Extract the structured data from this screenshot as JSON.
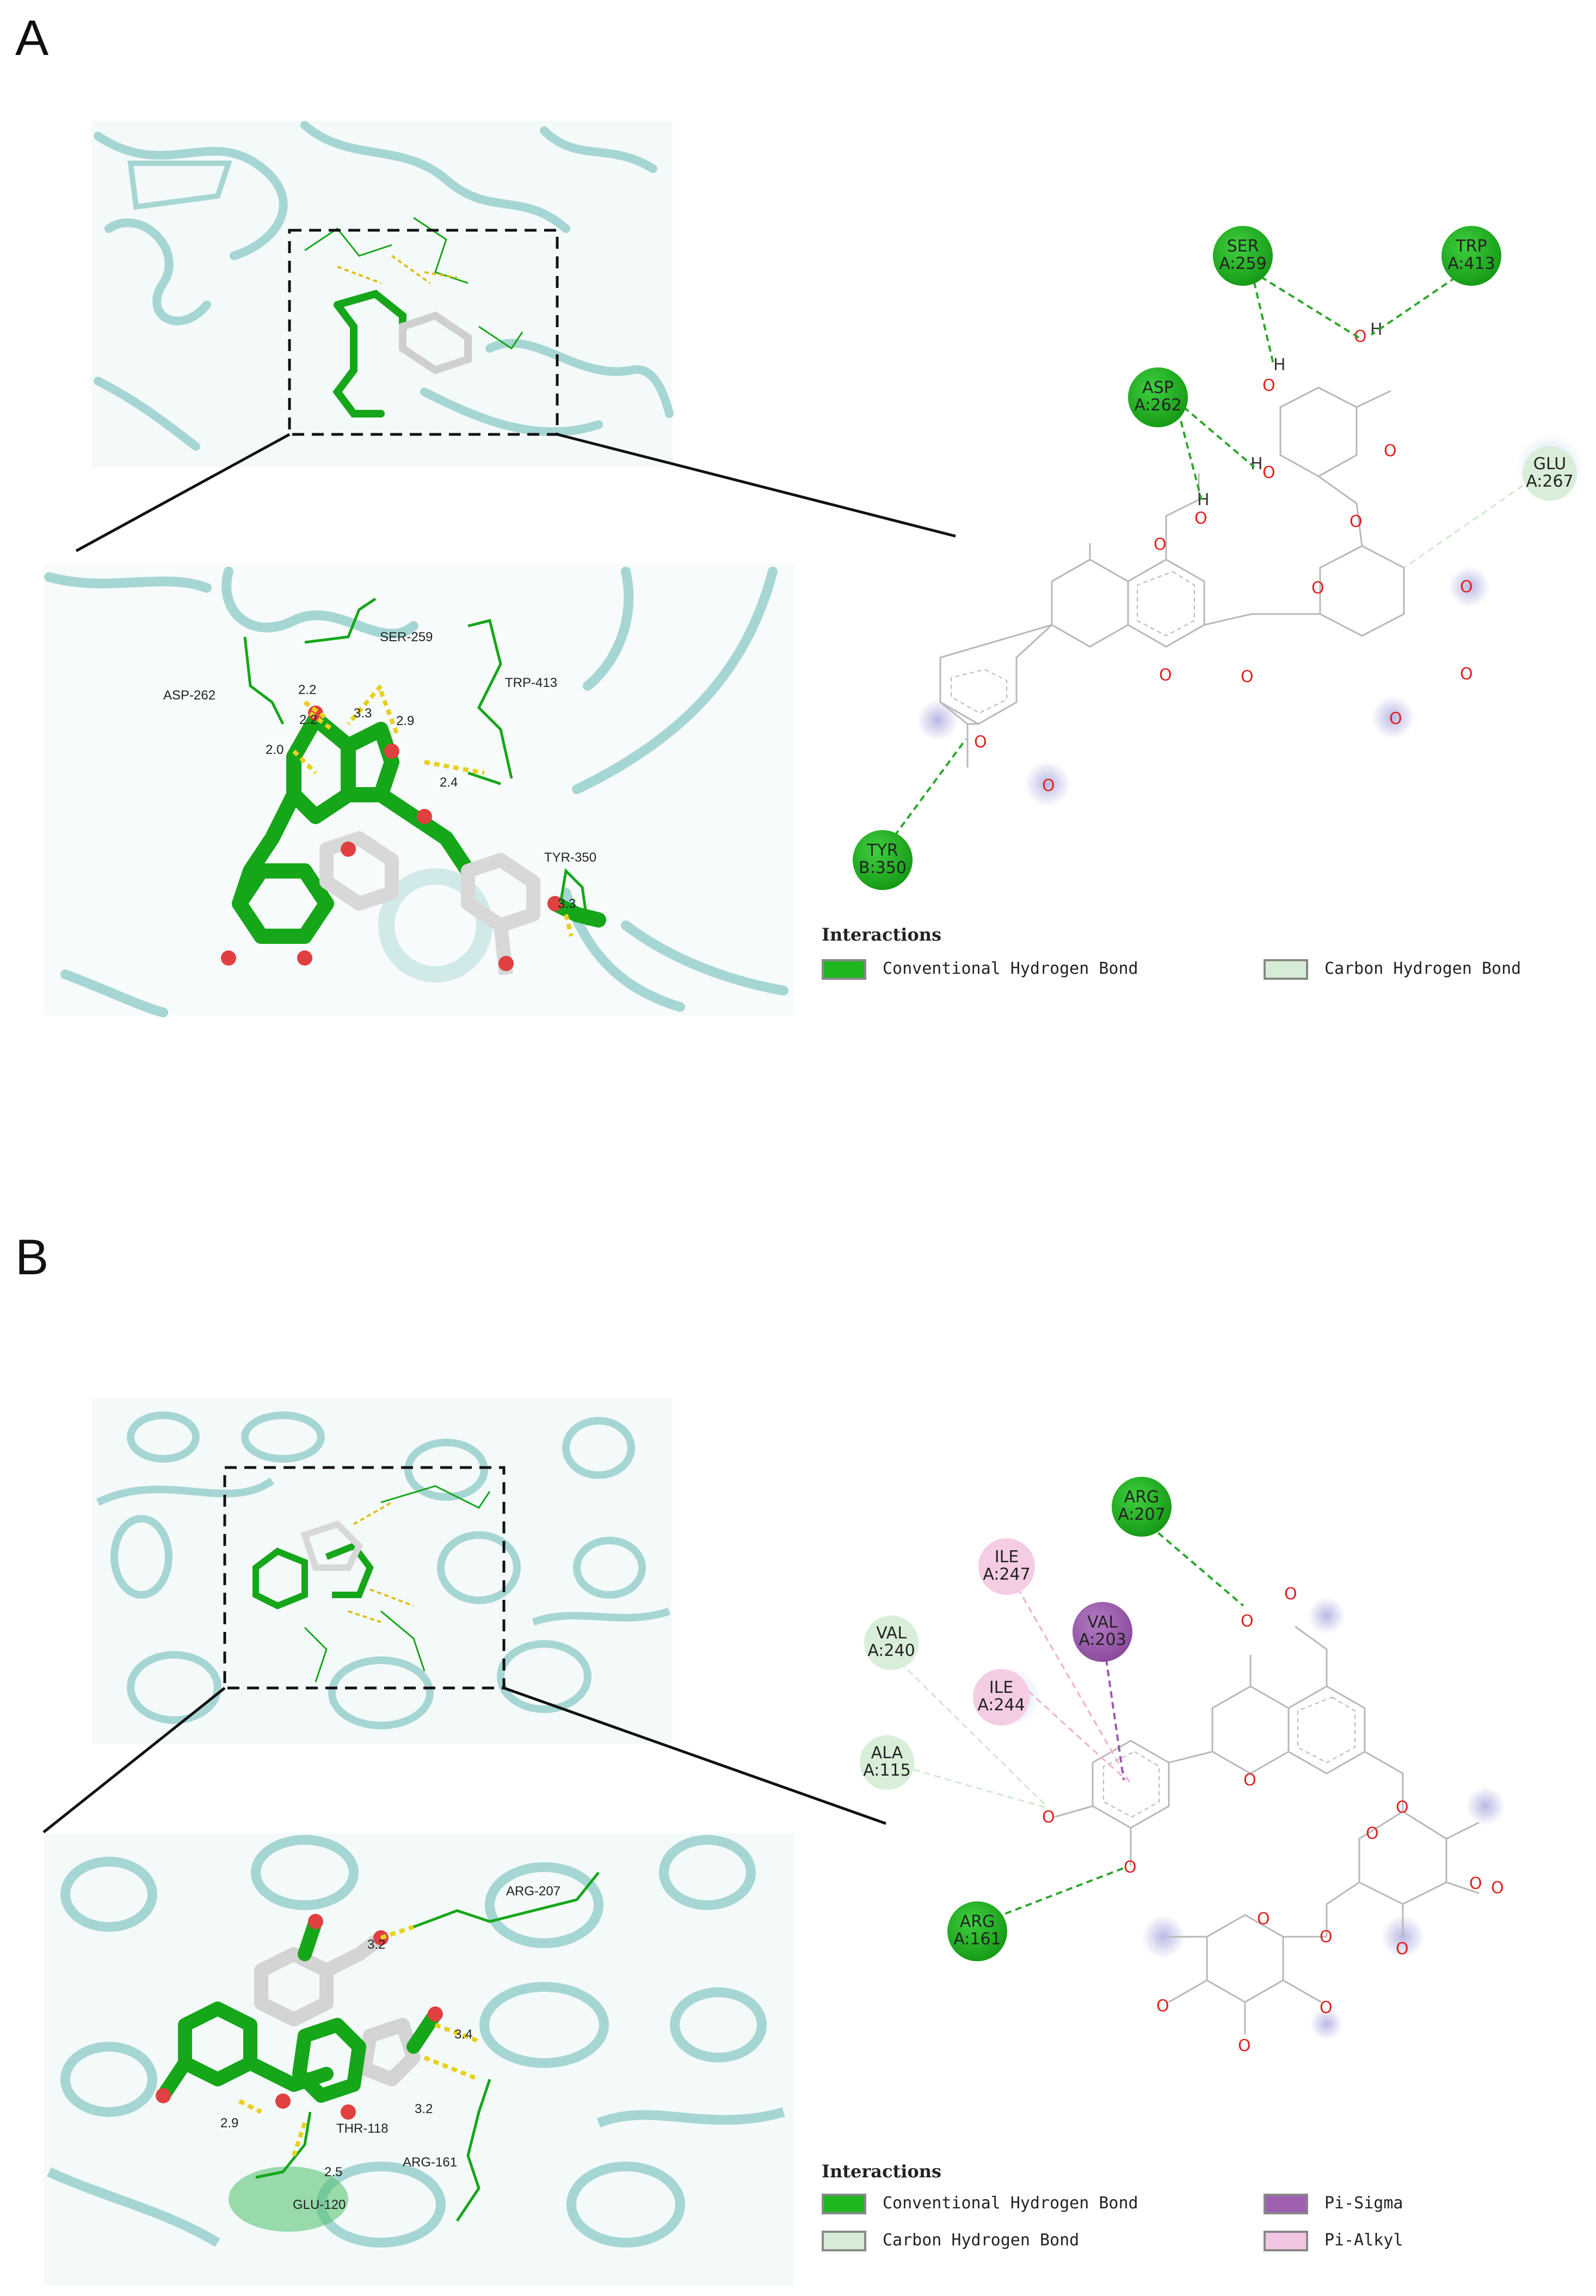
{
  "panels": [
    {
      "letter": "A",
      "labels_3d": [
        "SER-259",
        "ASP-262",
        "TRP-413",
        "TYR-350"
      ],
      "distances": [
        "2.2",
        "2.2",
        "3.3",
        "2.9",
        "2.0",
        "2.4",
        "3.3"
      ],
      "residues": [
        {
          "name": "SER",
          "id": "A:259",
          "type": "conventional"
        },
        {
          "name": "TRP",
          "id": "A:413",
          "type": "conventional"
        },
        {
          "name": "ASP",
          "id": "A:262",
          "type": "conventional"
        },
        {
          "name": "GLU",
          "id": "A:267",
          "type": "carbon"
        },
        {
          "name": "TYR",
          "id": "B:350",
          "type": "conventional"
        }
      ],
      "legend_title": "Interactions",
      "legend": [
        {
          "label": "Conventional Hydrogen Bond",
          "color": "#1fb61f"
        },
        {
          "label": "Carbon Hydrogen Bond",
          "color": "#d6ecd6"
        }
      ]
    },
    {
      "letter": "B",
      "labels_3d": [
        "ARG-207",
        "THR-118",
        "ARG-161",
        "GLU-120"
      ],
      "distances": [
        "3.2",
        "3.4",
        "3.2",
        "2.9",
        "2.5"
      ],
      "residues": [
        {
          "name": "ARG",
          "id": "A:207",
          "type": "conventional"
        },
        {
          "name": "ILE",
          "id": "A:247",
          "type": "pialkyl"
        },
        {
          "name": "VAL",
          "id": "A:203",
          "type": "pisigma"
        },
        {
          "name": "VAL",
          "id": "A:240",
          "type": "carbon"
        },
        {
          "name": "ILE",
          "id": "A:244",
          "type": "pialkyl"
        },
        {
          "name": "ALA",
          "id": "A:115",
          "type": "carbon"
        },
        {
          "name": "ARG",
          "id": "A:161",
          "type": "conventional"
        }
      ],
      "legend_title": "Interactions",
      "legend": [
        {
          "label": "Conventional Hydrogen Bond",
          "color": "#1fb61f"
        },
        {
          "label": "Pi-Sigma",
          "color": "#a060b0"
        },
        {
          "label": "Carbon Hydrogen Bond",
          "color": "#d6ecd6"
        },
        {
          "label": "Pi-Alkyl",
          "color": "#f2c6e2"
        }
      ]
    }
  ],
  "atom_label": "O",
  "h_label": "H",
  "colors": {
    "conventional": "#1fa31f",
    "carbon": "#d9eed9",
    "pisigma": "#9c58ad",
    "pialkyl": "#f4cde4",
    "protein": "#a6d6d4",
    "ligand": "#16a61a",
    "oxygen": "#e03030"
  }
}
